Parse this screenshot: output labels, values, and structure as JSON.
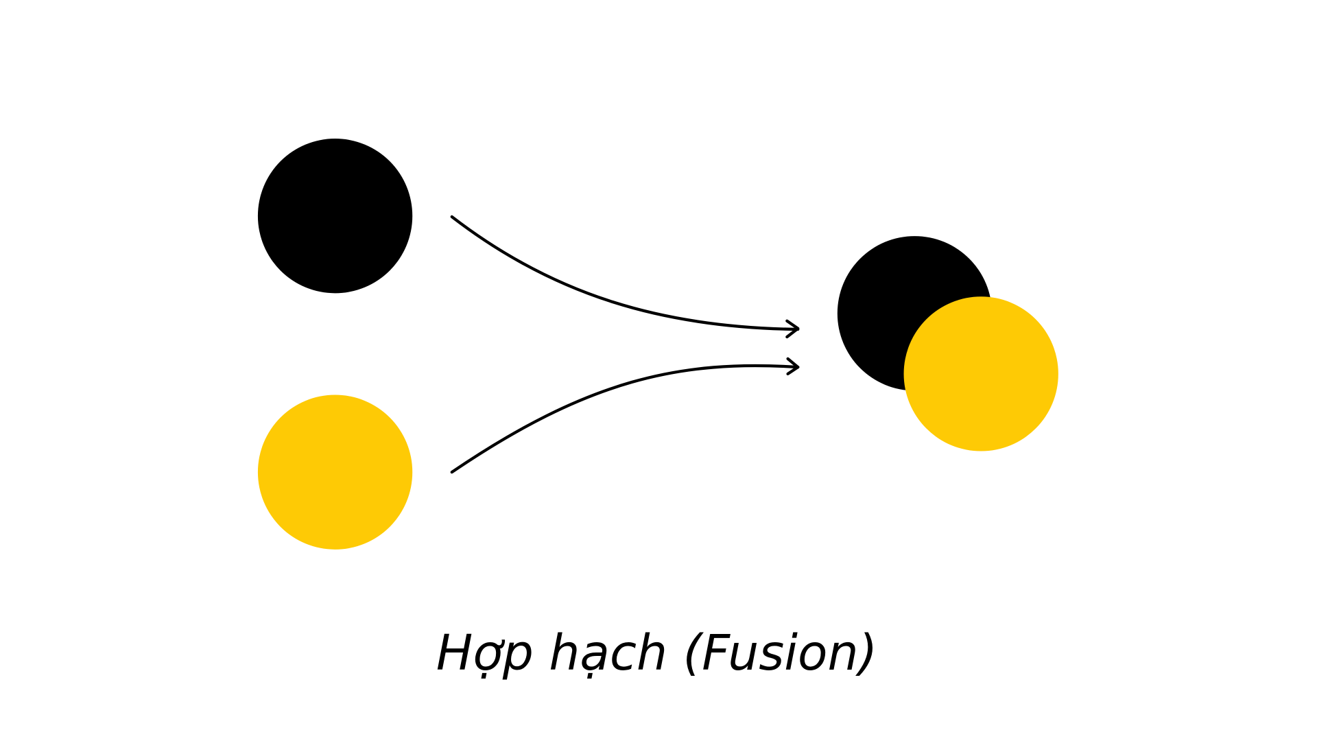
{
  "caption": "Hợp hạch (Fusion)",
  "colors": {
    "nucleus_dark": "#000000",
    "nucleus_yellow": "#FECA05",
    "arrow": "#000000"
  },
  "icons": [
    "black-nucleus",
    "yellow-nucleus",
    "arrow-right",
    "fused-nucleus"
  ]
}
